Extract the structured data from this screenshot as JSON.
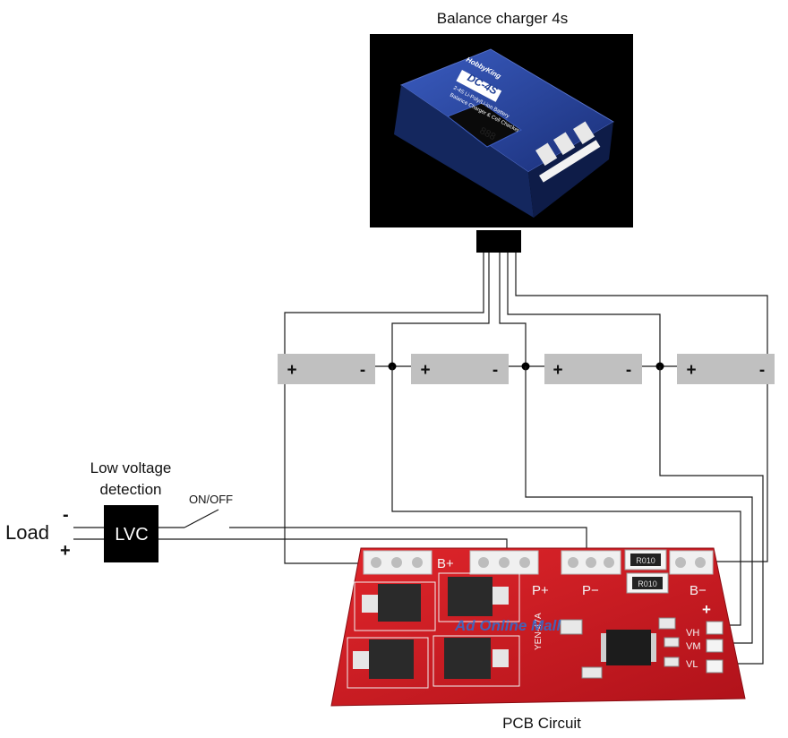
{
  "title_charger": "Balance charger 4s",
  "charger_brand": "HobbyKing",
  "charger_model": "DC-4S",
  "charger_line1": "2-4S Li-Poly/Li-ion Battery",
  "charger_line2": "Balance Charger & Cell Checker",
  "lvd_label_line1": "Low voltage",
  "lvd_label_line2": "detection",
  "lvc_label": "LVC",
  "switch_label": "ON/OFF",
  "load_label": "Load",
  "load_minus": "-",
  "load_plus": "+",
  "pcb_caption": "PCB Circuit",
  "cells": [
    {
      "plus": "+",
      "minus": "-"
    },
    {
      "plus": "+",
      "minus": "-"
    },
    {
      "plus": "+",
      "minus": "-"
    },
    {
      "plus": "+",
      "minus": "-"
    }
  ],
  "pcb_labels": {
    "b_plus": "B+",
    "p_plus": "P+",
    "p_minus": "P−",
    "b_minus": "B−",
    "plus": "+",
    "vh": "VH",
    "vm": "VM",
    "vl": "VL",
    "resistor1": "R010",
    "resistor2": "R010",
    "board_id": "YEN-47A",
    "watermark": "Ad Online Mall"
  },
  "colors": {
    "battery_gray": "#c0c0c0",
    "pcb_red": "#c8161c",
    "charger_blue": "#1f3e94",
    "lvc_black": "#000000"
  }
}
